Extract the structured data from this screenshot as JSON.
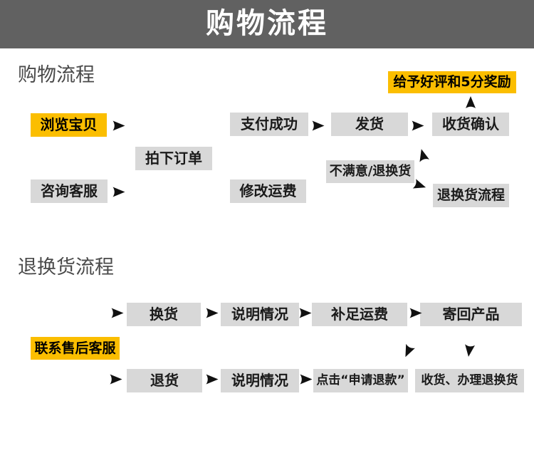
{
  "banner": {
    "title": "购物流程",
    "bg": "#616161",
    "text_color": "#ffffff"
  },
  "colors": {
    "highlight": "#fbbe00",
    "box_bg": "#d8d8d8",
    "box_text": "#1a1a1a",
    "title_text": "#4a4a4a",
    "arrow": "#111111"
  },
  "icons": {
    "arrow_glyph": "➤"
  },
  "section1": {
    "title": "购物流程",
    "nodes": {
      "browse": "浏览宝贝",
      "pay": "支付成功",
      "ship": "发货",
      "confirm": "收货确认",
      "praise": "给予好评和5分奖励",
      "order": "拍下订单",
      "consult": "咨询客服",
      "modify_fee": "修改运费",
      "unsatisfied": "不满意/退换货",
      "return_flow": "退换货流程"
    }
  },
  "section2": {
    "title": "退换货流程",
    "nodes": {
      "contact": "联系售后客服",
      "exchange": "换货",
      "explain1": "说明情况",
      "pay_fee": "补足运费",
      "send_back": "寄回产品",
      "refund": "退货",
      "explain2": "说明情况",
      "click_refund": "点击“申请退款”",
      "receive_handle": "收货、办理退换货"
    }
  }
}
